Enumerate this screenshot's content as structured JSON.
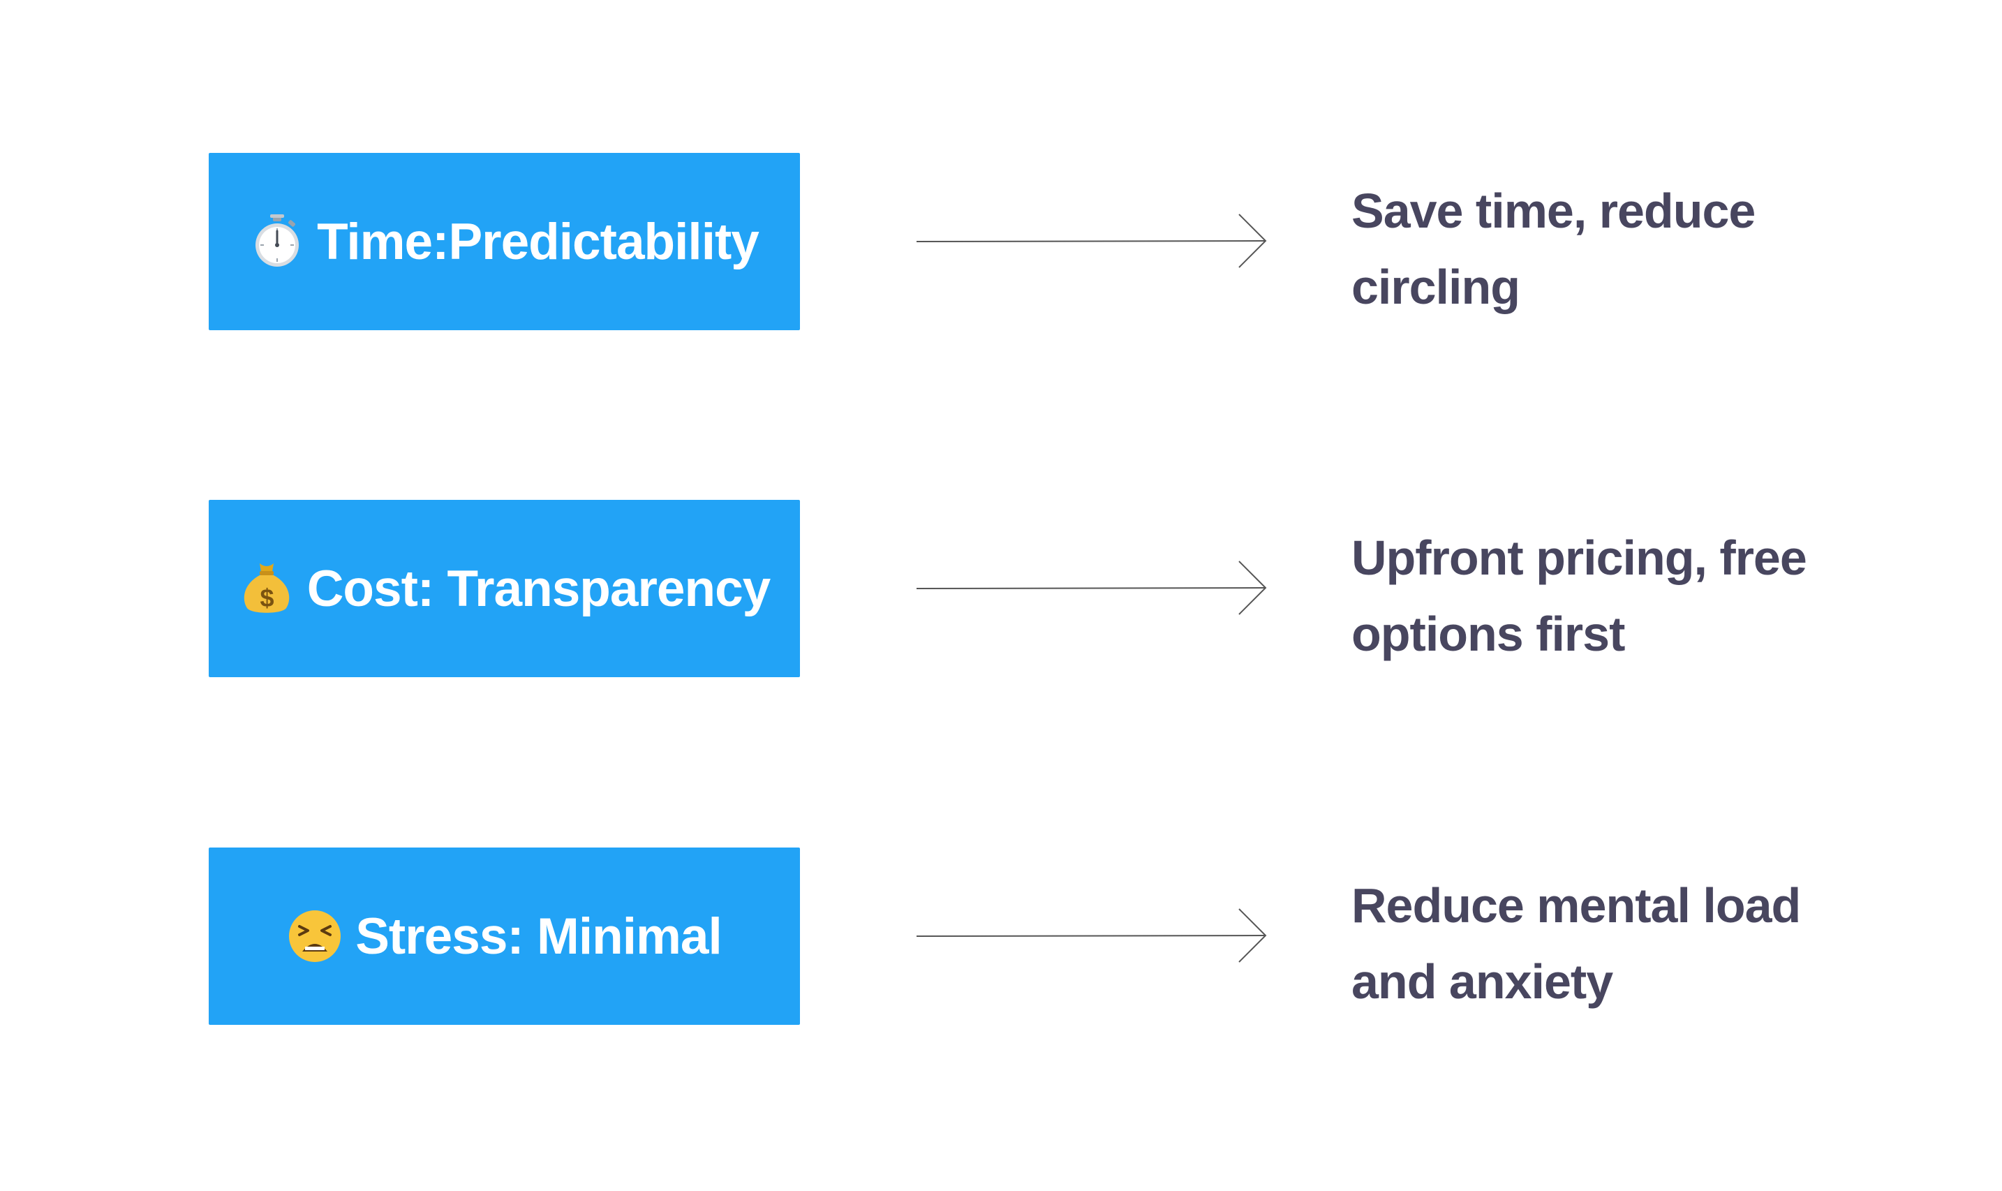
{
  "rows": [
    {
      "label": "Time:Predictability",
      "icon": "stopwatch-icon",
      "line1": "Save time, reduce",
      "line2": "circling"
    },
    {
      "label": "Cost: Transparency",
      "icon": "money-bag-icon",
      "line1": "Upfront pricing, free",
      "line2": "options first"
    },
    {
      "label": "Stress: Minimal",
      "icon": "tired-face-icon",
      "line1": "Reduce mental load",
      "line2": "and anxiety"
    }
  ],
  "colors": {
    "box": "#22a3f6",
    "box_text": "#ffffff",
    "description_text": "#48465f",
    "arrow": "#555555"
  }
}
